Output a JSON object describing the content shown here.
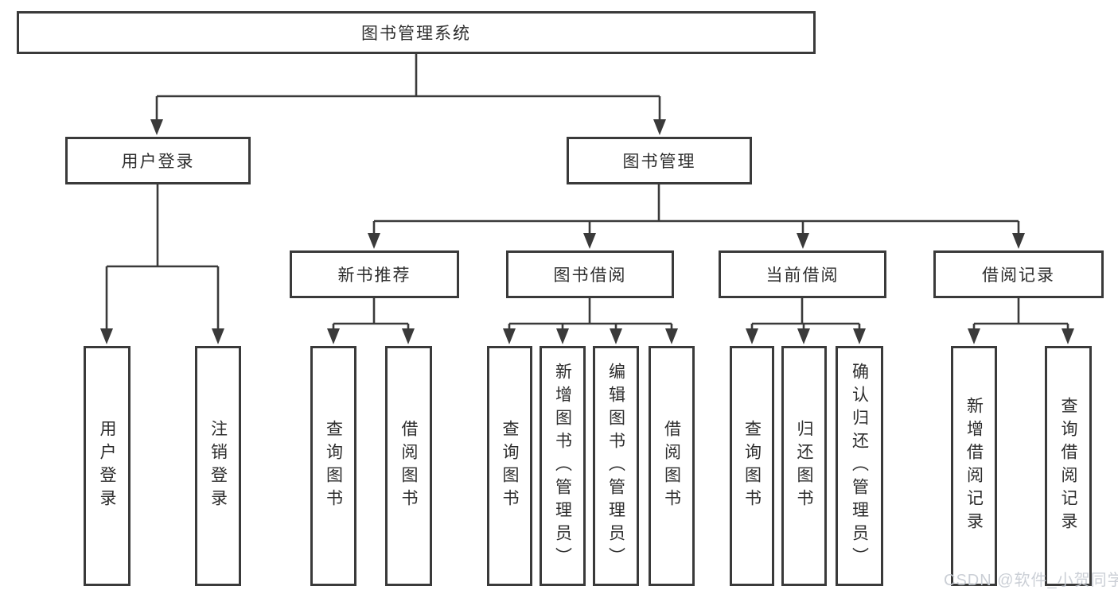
{
  "colors": {
    "line": "#3a3a3a",
    "text": "#2d2d2d",
    "watermark_color": "#c7ccd3"
  },
  "tree": {
    "root": "图书管理系统",
    "level2": {
      "user": "用户登录",
      "books": "图书管理"
    },
    "level3": {
      "new_books": "新书推荐",
      "borrowing": "图书借阅",
      "current": "当前借阅",
      "records": "借阅记录"
    },
    "leaves": {
      "user_login": "用户登录",
      "user_logout": "注销登录",
      "rec_query": "查询图书",
      "rec_borrow": "借阅图书",
      "bor_query": "查询图书",
      "bor_add": "新增图书（管理员）",
      "bor_edit": "编辑图书（管理员）",
      "bor_borrow": "借阅图书",
      "cur_query": "查询图书",
      "cur_return": "归还图书",
      "cur_confirm": "确认归还（管理员）",
      "log_add": "新增借阅记录",
      "log_query": "查询借阅记录"
    }
  },
  "watermark": "CSDN @软件_小贺同学"
}
